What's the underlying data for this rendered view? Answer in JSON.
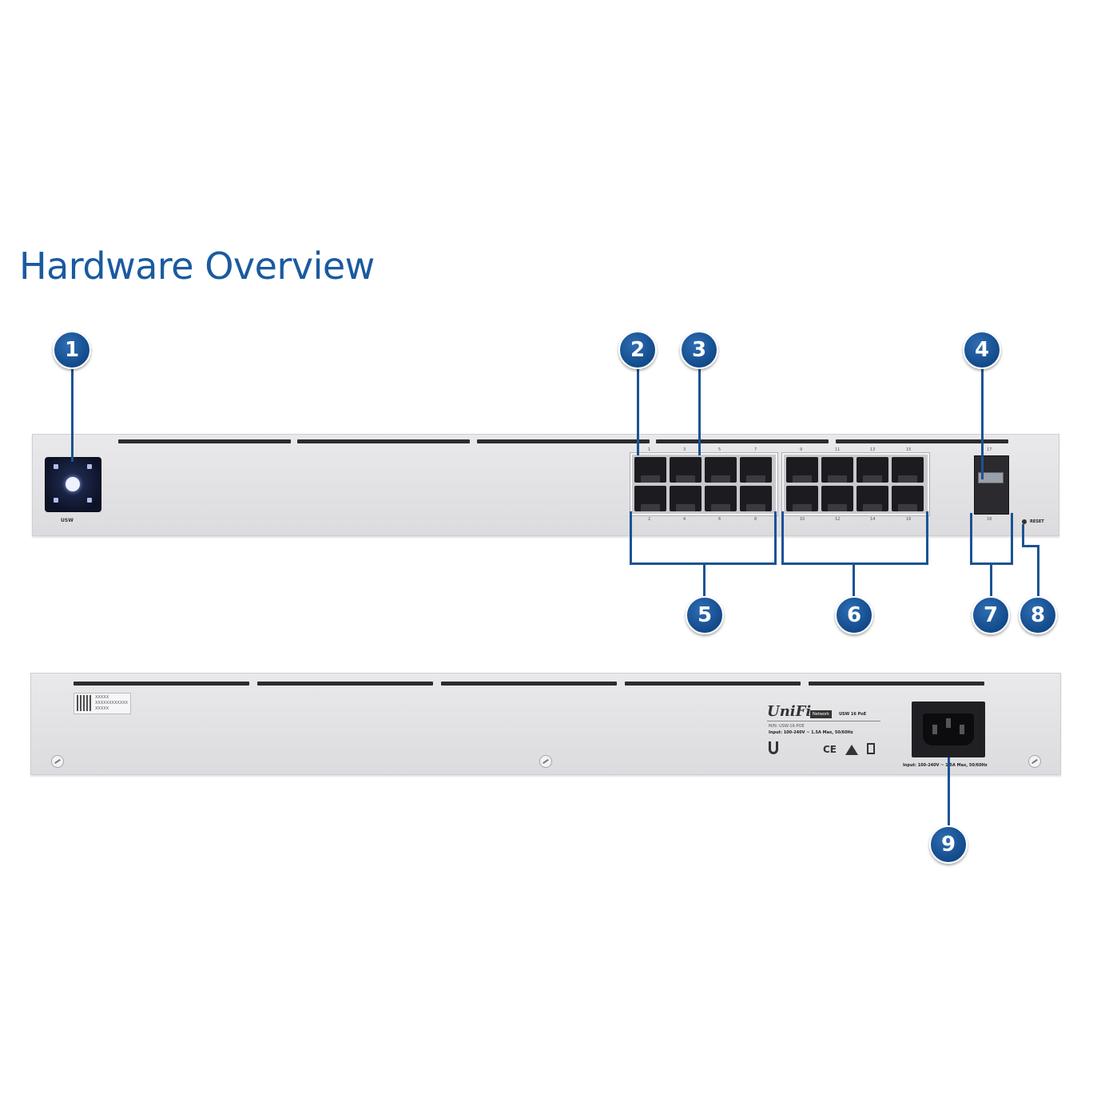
{
  "title": "Hardware Overview",
  "front_panel": {
    "model_label": "USW",
    "port_labels_top": [
      "1",
      "3",
      "5",
      "7",
      "9",
      "11",
      "13",
      "15"
    ],
    "port_labels_bottom": [
      "2",
      "4",
      "6",
      "8",
      "10",
      "12",
      "14",
      "16"
    ],
    "sfp_label_top": "17",
    "sfp_label_bottom": "18",
    "reset_label": "RESET"
  },
  "back_panel": {
    "qr_text": [
      "XXXXX",
      "XXXXXXXXXXXX",
      "XXXXX"
    ],
    "brand": "UniFi",
    "brand_badge": "Network",
    "product_line": "USW 16 PoE",
    "model_number": "M/N: USW-16-POE",
    "input_rating": "Input: 100-240V ~ 1.5A Max, 50/60Hz",
    "power_label": "Input: 100-240V ~ 1.5A Max, 50/60Hz",
    "cert_marks": "CE"
  },
  "callouts": [
    "1",
    "2",
    "3",
    "4",
    "5",
    "6",
    "7",
    "8",
    "9"
  ],
  "colors": {
    "title": "#1a5aa0",
    "callout": "#124a8a",
    "leader_line": "#1b5393",
    "panel": "#e2e2e5"
  }
}
